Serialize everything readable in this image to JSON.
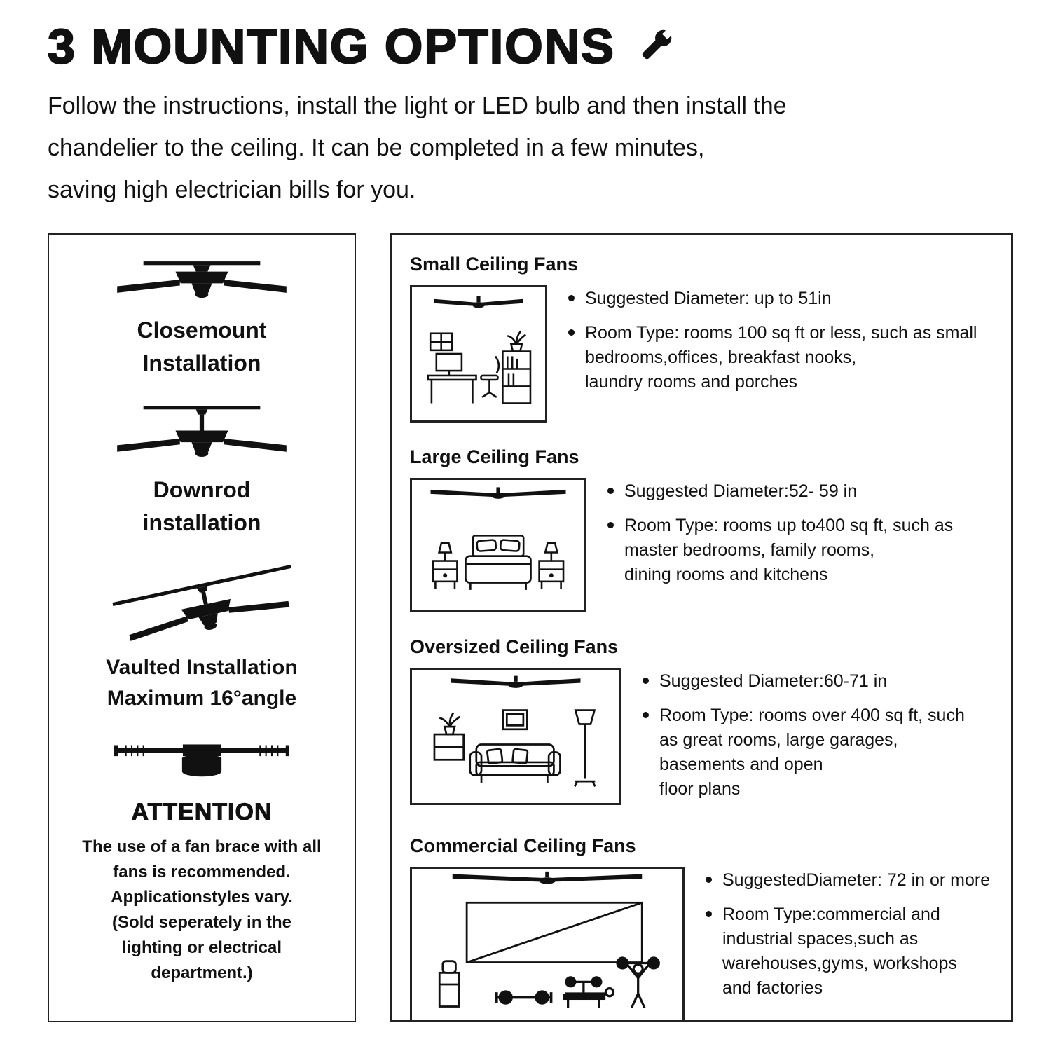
{
  "header": {
    "title": "3 MOUNTING OPTIONS",
    "title_icon": "wrench-icon",
    "intro": "Follow the instructions, install the light or LED bulb and then install the\nchandelier to the ceiling. It can be completed in a few minutes,\nsaving high electrician bills for you."
  },
  "left_panel": {
    "options": [
      {
        "id": "closemount",
        "icon": "closemount-fan-icon",
        "label": "Closemount\nInstallation"
      },
      {
        "id": "downrod",
        "icon": "downrod-fan-icon",
        "label": "Downrod\ninstallation"
      },
      {
        "id": "vaulted",
        "icon": "vaulted-fan-icon",
        "label": "Vaulted Installation\nMaximum 16°angle"
      }
    ],
    "attention": {
      "icon": "fan-brace-icon",
      "title": "ATTENTION",
      "body": "The use of a fan brace with all\nfans is recommended.\nApplicationstyles vary.\n(Sold seperately in the\nlighting or electrical\ndepartment.)"
    }
  },
  "right_panel": {
    "sections": [
      {
        "title": "Small Ceiling Fans",
        "illustration": "small-room-illustration",
        "bullets": [
          "Suggested Diameter: up to 51in",
          "Room Type: rooms 100 sq ft or less, such as small\nbedrooms,offices, breakfast nooks,\nlaundry rooms and porches"
        ]
      },
      {
        "title": "Large Ceiling Fans",
        "illustration": "bedroom-illustration",
        "bullets": [
          "Suggested Diameter:52- 59 in",
          "Room Type: rooms up to400 sq ft, such as\nmaster bedrooms, family rooms,\ndining rooms and kitchens"
        ]
      },
      {
        "title": "Oversized Ceiling Fans",
        "illustration": "living-room-illustration",
        "bullets": [
          "Suggested Diameter:60-71 in",
          "Room Type: rooms over 400 sq ft, such\nas great rooms, large garages,\nbasements and open\nfloor plans"
        ]
      },
      {
        "title": "Commercial Ceiling Fans",
        "illustration": "gym-illustration",
        "bullets": [
          "SuggestedDiameter: 72 in or more",
          "Room Type:commercial and\nindustrial spaces,such as\nwarehouses,gyms, workshops\nand factories"
        ]
      }
    ]
  },
  "colors": {
    "ink": "#111111",
    "background": "#ffffff",
    "border": "#222222"
  }
}
